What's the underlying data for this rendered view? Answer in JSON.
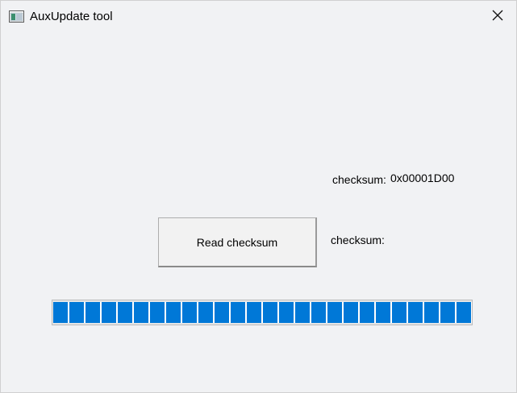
{
  "window": {
    "title": "AuxUpdate tool",
    "icon": "app-window-icon",
    "close_icon": "close-icon"
  },
  "main": {
    "checksum_label_1": "checksum:",
    "checksum_value_1": "0x00001D00",
    "read_button_label": "Read checksum",
    "checksum_label_2": "checksum:",
    "checksum_value_2": ""
  },
  "progress": {
    "value_percent": 100,
    "color": "#0078d7"
  }
}
